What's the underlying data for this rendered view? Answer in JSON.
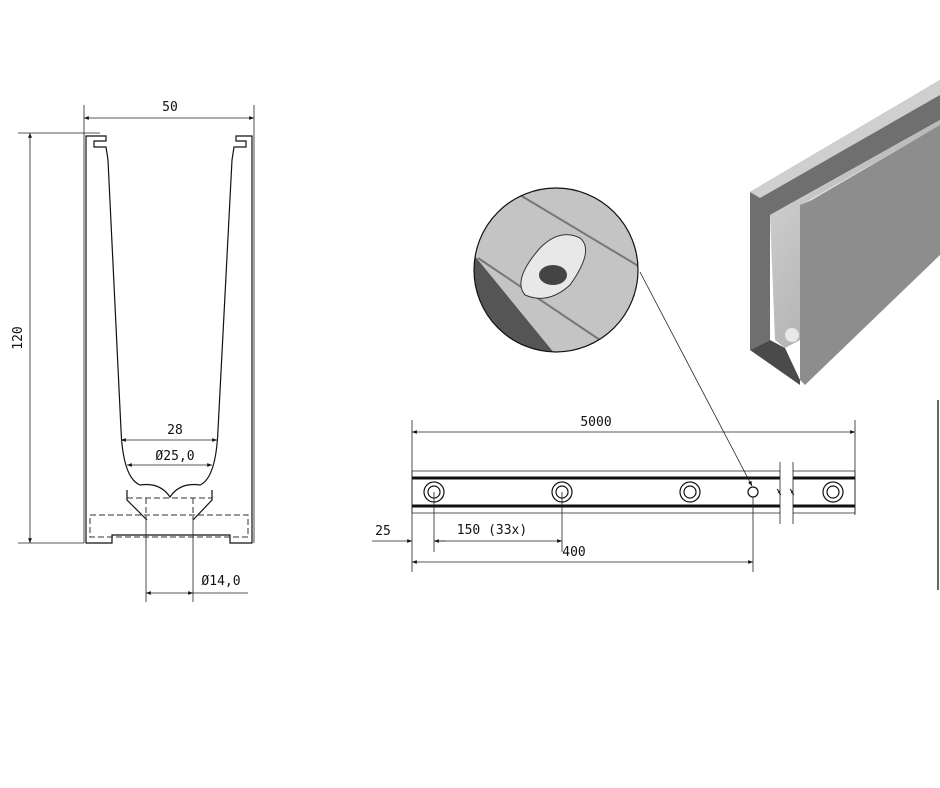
{
  "cross_section": {
    "width_label": "50",
    "height_label": "120",
    "inner_width_label": "28",
    "bore_label": "Ø25,0",
    "hole_label": "Ø14,0"
  },
  "plan_view": {
    "length_label": "5000",
    "edge_offset_label": "25",
    "pitch_label": "150 (33x)",
    "detail_offset_label": "400"
  },
  "colors": {
    "line": "#111111",
    "metal_light": "#c8c8c8",
    "metal_dark": "#6a6a6a"
  }
}
